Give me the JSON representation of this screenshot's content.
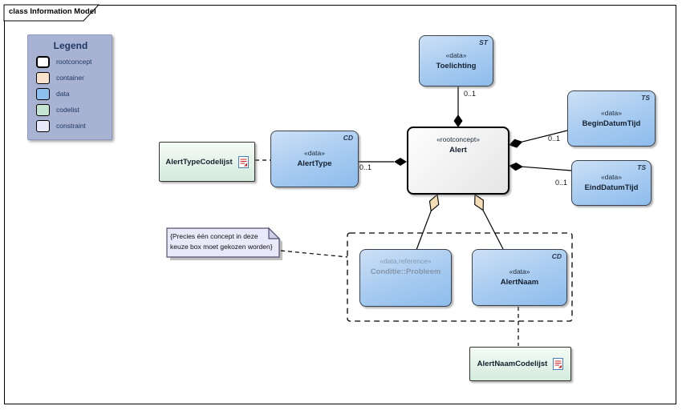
{
  "diagram": {
    "tab_label": "class Information Model"
  },
  "legend": {
    "title": "Legend",
    "items": [
      {
        "label": "rootconcept",
        "color": "#ffffff"
      },
      {
        "label": "container",
        "color": "#f9e2cb"
      },
      {
        "label": "data",
        "color": "#8cc1ef"
      },
      {
        "label": "codelist",
        "color": "#c6e5d3"
      },
      {
        "label": "constraint",
        "color": "#e9e9fa"
      }
    ]
  },
  "nodes": {
    "toelichting": {
      "marker": "ST",
      "stereotype": "«data»",
      "name": "Toelichting"
    },
    "alert": {
      "stereotype": "«rootconcept»",
      "name": "Alert"
    },
    "begin_datum_tijd": {
      "marker": "TS",
      "stereotype": "«data»",
      "name": "BeginDatumTijd"
    },
    "eind_datum_tijd": {
      "marker": "TS",
      "stereotype": "«data»",
      "name": "EindDatumTijd"
    },
    "alert_type": {
      "marker": "CD",
      "stereotype": "«data»",
      "name": "AlertType"
    },
    "alert_type_codelijst": {
      "name": "AlertTypeCodelijst"
    },
    "conditie_probleem": {
      "stereotype": "«data,reference»",
      "name": "Conditie::Probleem"
    },
    "alert_naam": {
      "marker": "CD",
      "stereotype": "«data»",
      "name": "AlertNaam"
    },
    "alert_naam_codelijst": {
      "name": "AlertNaamCodelijst"
    }
  },
  "multiplicities": {
    "alert_toelichting": "0..1",
    "alert_begin_datum_tijd": "0..1",
    "alert_eind_datum_tijd": "0..1",
    "alert_alert_type": "0..1"
  },
  "note": {
    "text": "{Precies één concept in deze keuze box moet gekozen worden}"
  },
  "colors": {
    "data_fill": "#8cc1ef",
    "container_fill": "#f9e2cb",
    "codelist_fill": "#c6e5d3",
    "constraint_fill": "#e9e9fa",
    "rootconcept_fill": "#ffffff",
    "legend_bg": "#a8b2d2",
    "reference_text": "#8496ac",
    "aggregation_diamond": "#f5ddb5"
  }
}
